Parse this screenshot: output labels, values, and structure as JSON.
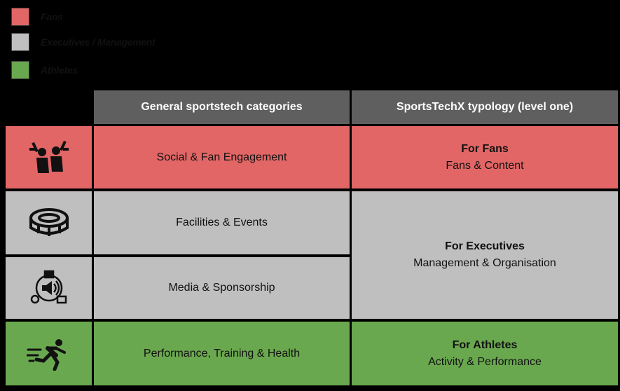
{
  "legend": [
    {
      "label": "Fans",
      "color": "#e26666"
    },
    {
      "label": "Executives / Management",
      "color": "#bfbfbf"
    },
    {
      "label": "Athletes",
      "color": "#6aa84f"
    }
  ],
  "table": {
    "headers": [
      "General sportstech categories",
      "SportsTechX typology (level one)"
    ],
    "rows": [
      {
        "icon": "cheering-fans-icon",
        "category": "Social & Fan Engagement"
      },
      {
        "icon": "stadium-icon",
        "category": "Facilities & Events"
      },
      {
        "icon": "media-sponsorship-icon",
        "category": "Media & Sponsorship"
      },
      {
        "icon": "running-athlete-icon",
        "category": "Performance, Training & Health"
      }
    ],
    "typology": [
      {
        "title": "For Fans",
        "subtitle": "Fans & Content"
      },
      {
        "title": "For Executives",
        "subtitle": "Management & Organisation"
      },
      {
        "title": "For Athletes",
        "subtitle": "Activity & Performance"
      }
    ]
  }
}
